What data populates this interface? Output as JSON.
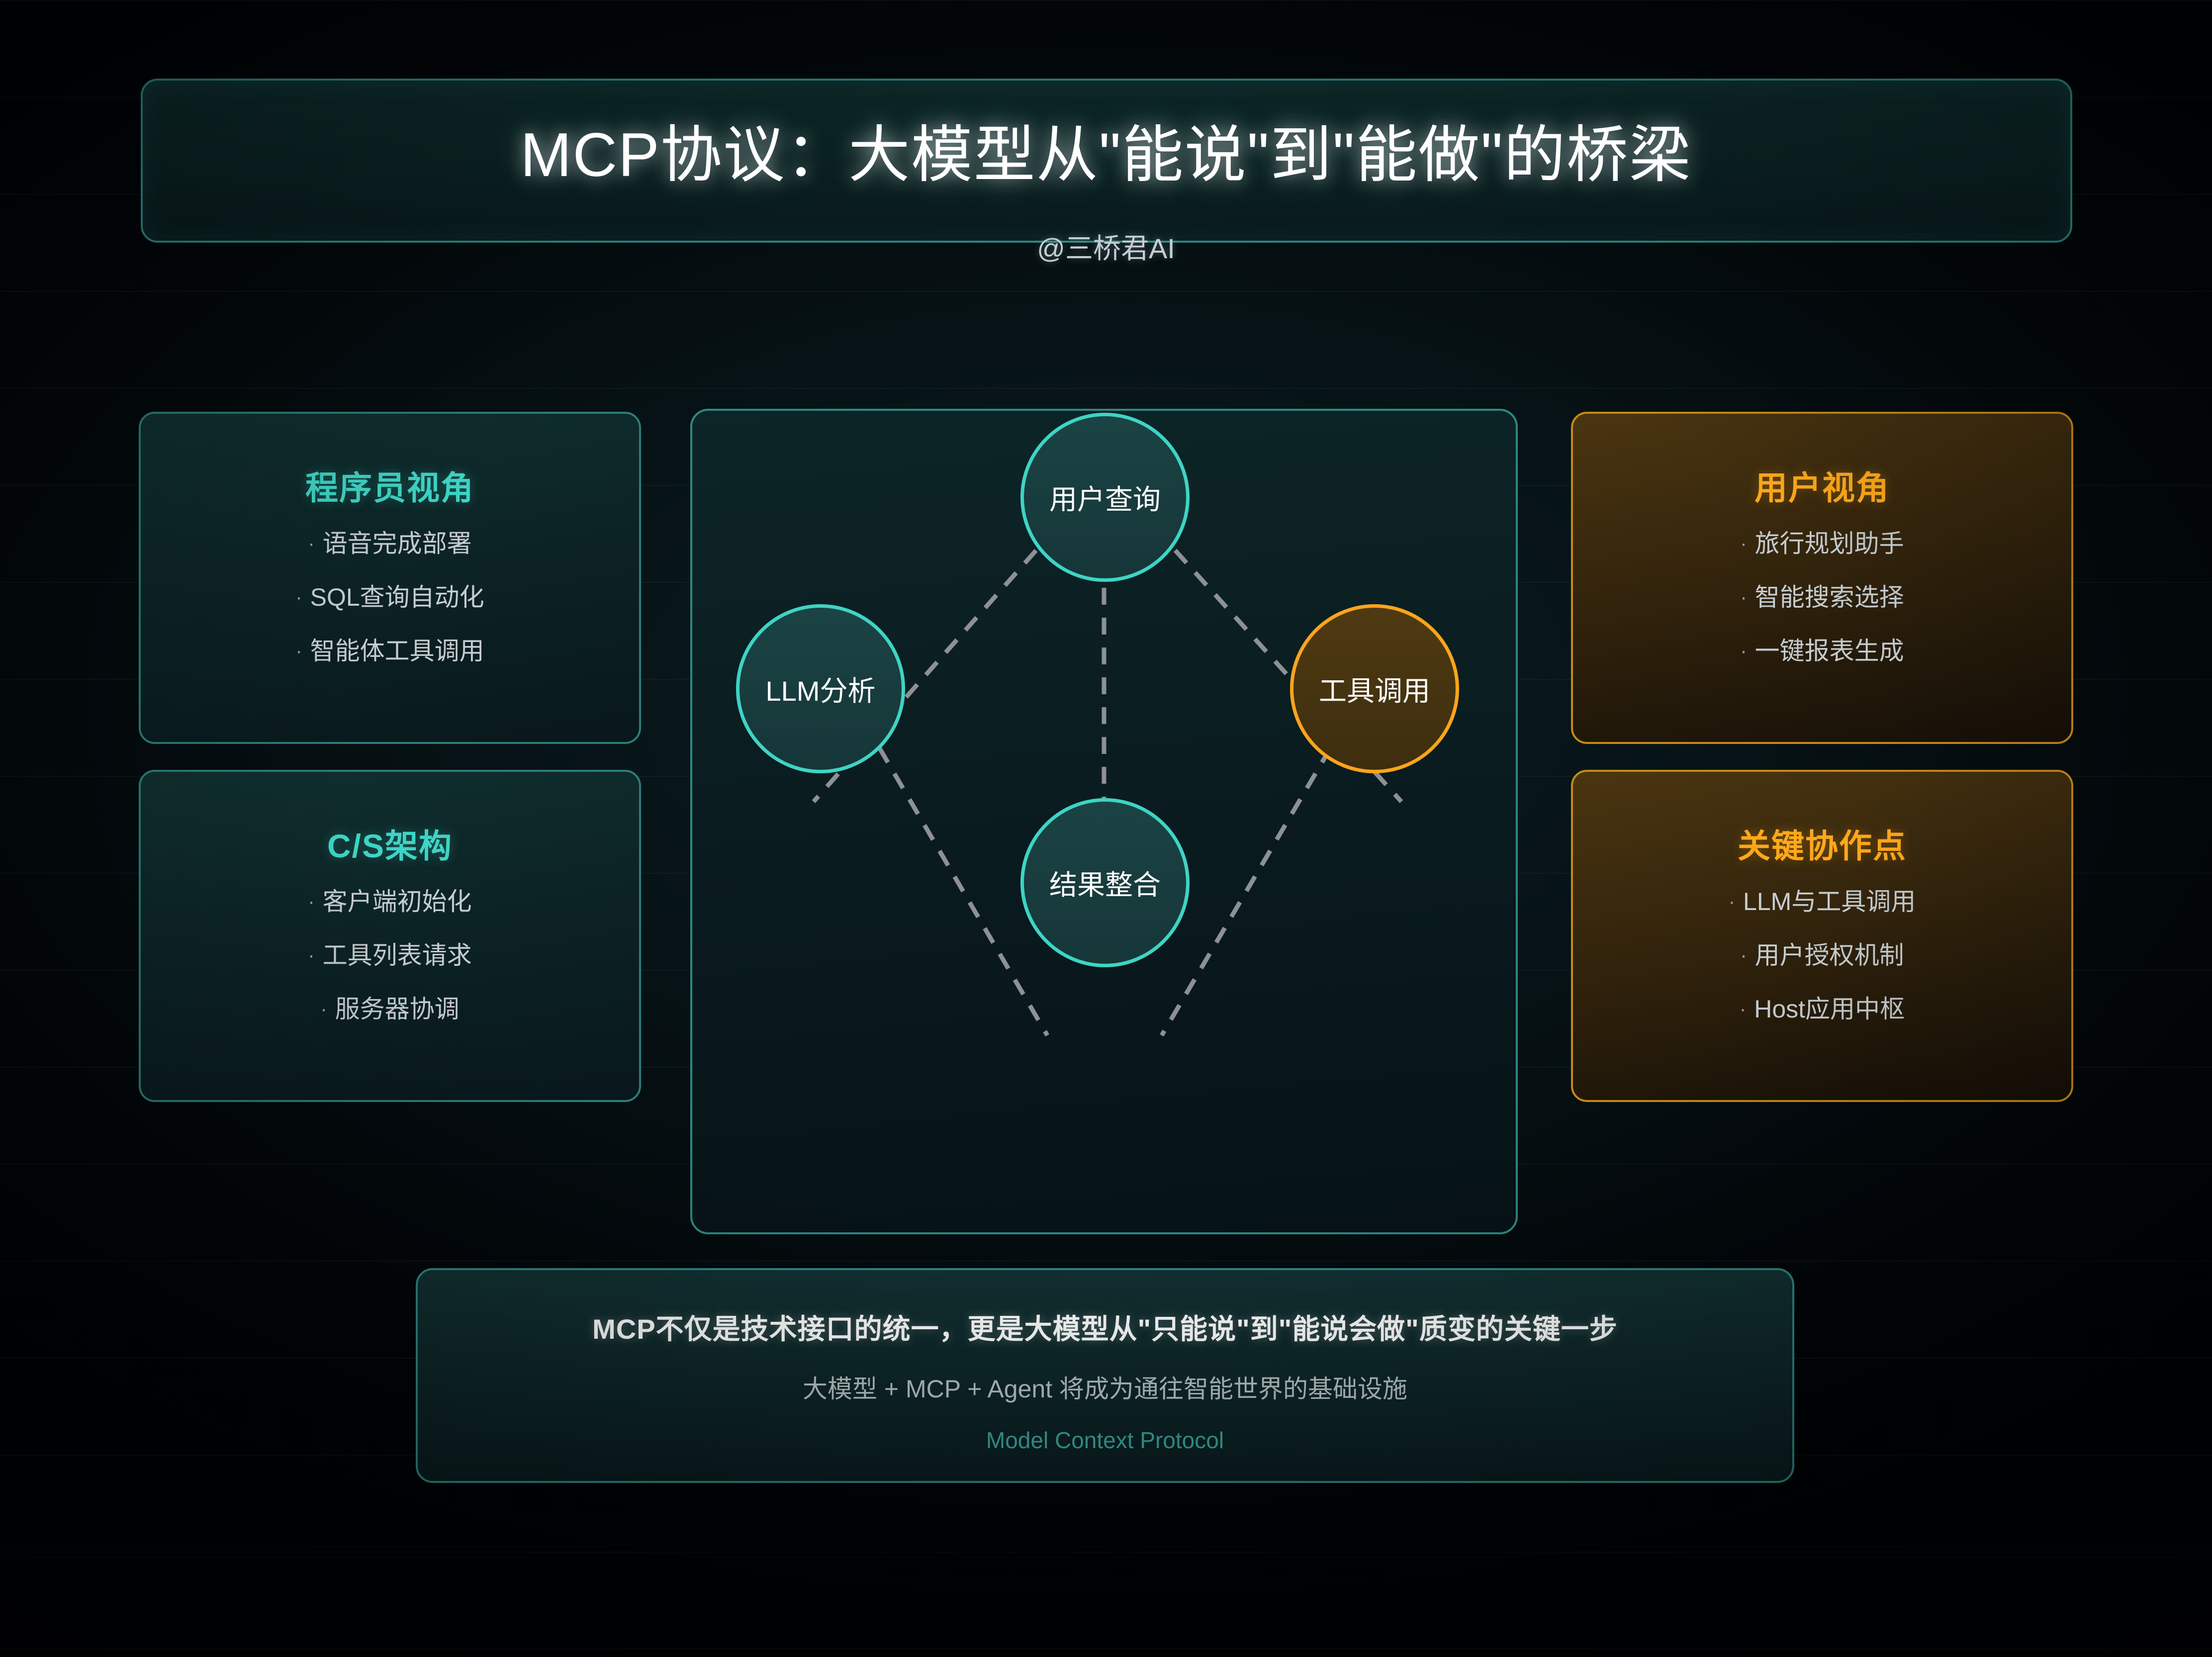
{
  "header": {
    "title": "MCP协议：大模型从\"能说\"到\"能做\"的桥梁",
    "subtitle": "@三桥君AI"
  },
  "colors": {
    "teal": "#3ed4c5",
    "teal_border": "#2d8a83",
    "orange": "#ffa81a",
    "orange_border": "#c68a17",
    "text": "#c6cdd0",
    "background": "#02070a"
  },
  "cards": {
    "left_top": {
      "title": "程序员视角",
      "bullet": "·",
      "items": [
        "语音完成部署",
        "SQL查询自动化",
        "智能体工具调用"
      ]
    },
    "left_bottom": {
      "title": "C/S架构",
      "bullet": "·",
      "items": [
        "客户端初始化",
        "工具列表请求",
        "服务器协调"
      ]
    },
    "right_top": {
      "title": "用户视角",
      "bullet": "·",
      "items": [
        "旅行规划助手",
        "智能搜索选择",
        "一键报表生成"
      ]
    },
    "right_bottom": {
      "title": "关键协作点",
      "bullet": "·",
      "items": [
        "LLM与工具调用",
        "用户授权机制",
        "Host应用中枢"
      ]
    }
  },
  "flow": {
    "nodes": {
      "top": "用户查询",
      "left": "LLM分析",
      "right": "工具调用",
      "bottom": "结果整合"
    }
  },
  "banner": {
    "line1": "MCP不仅是技术接口的统一，更是大模型从\"只能说\"到\"能说会做\"质变的关键一步",
    "line2": "大模型 + MCP + Agent 将成为通往智能世界的基础设施",
    "line3": "Model Context Protocol"
  }
}
